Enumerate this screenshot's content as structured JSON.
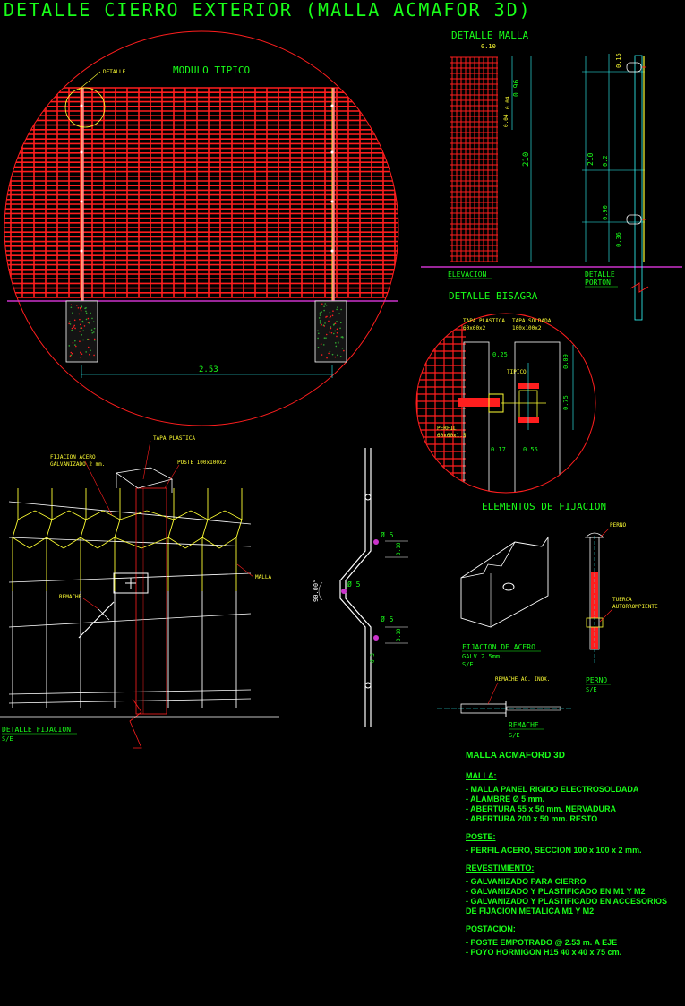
{
  "title": "DETALLE CIERRO EXTERIOR (MALLA ACMAFOR 3D)",
  "colors": {
    "cad_green": "#19ff19",
    "cad_red": "#ff1e1e",
    "cad_yellow": "#ffff33",
    "cad_cyan": "#33ffff",
    "cad_magenta": "#cc33cc",
    "cad_white": "#ffffff"
  },
  "modulo": {
    "label": "MODULO TIPICO",
    "detalle": "DETALLE",
    "dim": "2.53"
  },
  "malla_detail": {
    "title": "DETALLE MALLA",
    "dims": [
      "0.10",
      "0.96",
      "0.04",
      "0.04",
      "210",
      "210",
      "0.2",
      "0.90",
      "0.36",
      "0.15"
    ],
    "elevacion": "ELEVACION",
    "porton": [
      "DETALLE",
      "PORTON"
    ]
  },
  "bisagra": {
    "title": "DETALLE BISAGRA",
    "tapa_plastica": [
      "TAPA PLASTICA",
      "60x60x2"
    ],
    "tapa_soldada": [
      "TAPA SOLDADA",
      "100x100x2"
    ],
    "tipico": "TIPICO",
    "perfil": [
      "PERFIL",
      "60x60x1.5"
    ],
    "dims": [
      "0.25",
      "0.09",
      "0.75",
      "0.17",
      "0.55"
    ]
  },
  "fijacion": {
    "tapa_plastica": "TAPA PLASTICA",
    "fijacion_acero": [
      "FIJACION ACERO",
      "GALVANIZADO 2 mm."
    ],
    "poste": "POSTE 100x100x2",
    "malla": "MALLA",
    "remache": "REMACHE",
    "title": "DETALLE FIJACION",
    "scale": "S/E"
  },
  "section": {
    "angle": "90.00°",
    "dims": [
      "Ø 5",
      "0.10",
      "Ø 5",
      "Ø 5",
      "0.10",
      "0.3"
    ]
  },
  "elementos": {
    "title": "ELEMENTOS DE FIJACION",
    "perno_top": "PERNO",
    "tuerca": [
      "TUERCA",
      "AUTORROMPIENTE"
    ],
    "fijacion_acero": [
      "FIJACION DE ACERO",
      "GALV.2.5mm.",
      "S/E"
    ],
    "perno": [
      "PERNO",
      "S/E"
    ],
    "remache_label": "REMACHE AC. INOX.",
    "remache": [
      "REMACHE",
      "S/E"
    ]
  },
  "notes": {
    "title": "MALLA ACMAFORD 3D",
    "malla_h": "MALLA:",
    "malla": [
      "- MALLA PANEL RIGIDO ELECTROSOLDADA",
      "- ALAMBRE Ø 5 mm.",
      "- ABERTURA 55 x 50 mm. NERVADURA",
      "- ABERTURA 200 x 50 mm. RESTO"
    ],
    "poste_h": "POSTE:",
    "poste": [
      "- PERFIL ACERO, SECCION 100 x 100 x 2 mm."
    ],
    "rev_h": "REVESTIMIENTO:",
    "rev": [
      "- GALVANIZADO PARA CIERRO",
      "- GALVANIZADO Y PLASTIFICADO EN M1 Y M2",
      "- GALVANIZADO Y PLASTIFICADO EN ACCESORIOS",
      "  DE FIJACION METALICA M1 Y M2"
    ],
    "post_h": "POSTACION:",
    "post": [
      "- POSTE EMPOTRADO @ 2.53 m. A EJE",
      "- POYO HORMIGON H15 40 x 40 x 75 cm."
    ]
  }
}
